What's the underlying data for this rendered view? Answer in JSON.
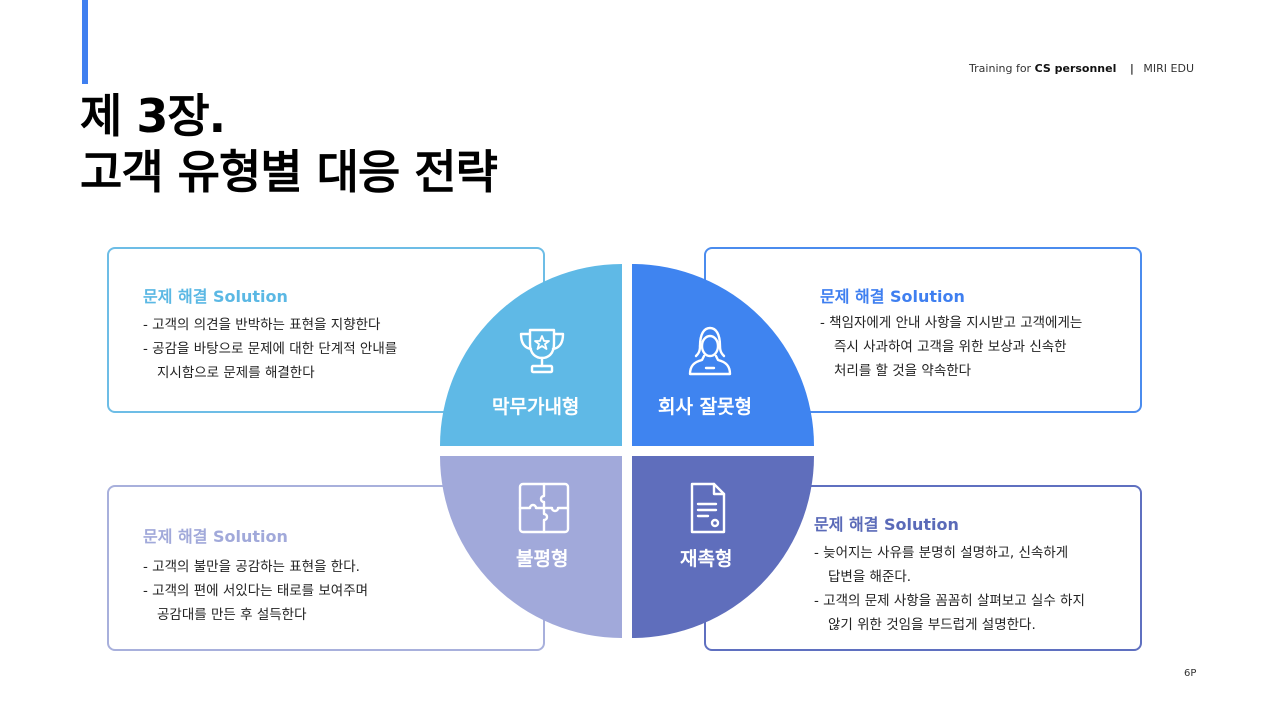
{
  "header": {
    "prefix": "Training for",
    "highlight": "CS personnel",
    "separator": "|",
    "brand": "MIRI EDU"
  },
  "title": {
    "line1": "제 3장.",
    "line2": "고객 유형별 대응 전략"
  },
  "quadrants": {
    "tl": {
      "label": "막무가내형",
      "icon": "trophy-icon",
      "color": "#5fb9e6"
    },
    "tr": {
      "label": "회사 잘못형",
      "icon": "agent-person-icon",
      "color": "#3f84f0"
    },
    "bl": {
      "label": "불평형",
      "icon": "puzzle-icon",
      "color": "#a1a9da"
    },
    "br": {
      "label": "재촉형",
      "icon": "document-icon",
      "color": "#5f6ebc"
    }
  },
  "cards": {
    "tl": {
      "title": "문제 해결 Solution",
      "items": [
        "고객의 의견을 반박하는 표현을 지향한다",
        "공감을 바탕으로 문제에 대한 단계적 안내를\n지시함으로 문제를 해결한다"
      ]
    },
    "tr": {
      "title": "문제 해결 Solution",
      "items": [
        "책임자에게 안내 사항을 지시받고 고객에게는\n즉시 사과하여 고객을 위한 보상과 신속한\n처리를 할 것을 약속한다"
      ]
    },
    "bl": {
      "title": "문제 해결 Solution",
      "items": [
        "고객의 불만을 공감하는 표현을 한다.",
        "고객의 편에 서있다는 태로를 보여주며\n공감대를 만든 후 설득한다"
      ]
    },
    "br": {
      "title": "문제 해결 Solution",
      "items": [
        "늦어지는 사유를 분명히 설명하고, 신속하게\n답변을 해준다.",
        "고객의 문제 사항을 꼼꼼히 살펴보고 실수 하지\n않기 위한 것임을 부드럽게 설명한다."
      ]
    }
  },
  "page_number": "6P"
}
